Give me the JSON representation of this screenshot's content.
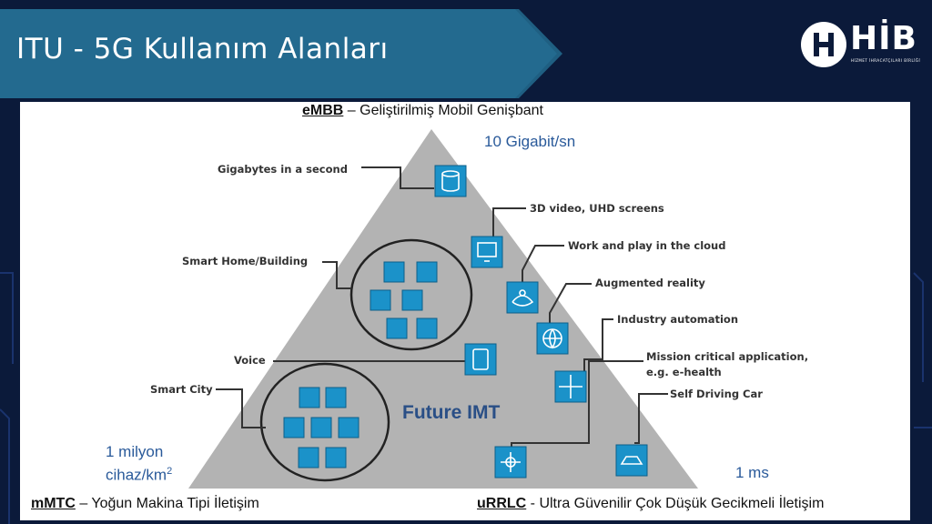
{
  "header": {
    "title": "ITU - 5G Kullanım Alanları",
    "logo_text": "HİB",
    "logo_subtext": "HİZMET İHRACATÇILARI BİRLİĞİ"
  },
  "diagram": {
    "embb": {
      "abbr": "eMBB",
      "desc": " – Geliştirilmiş Mobil Genişbant"
    },
    "mmtc": {
      "abbr": "mMTC",
      "desc": " – Yoğun Makina Tipi İletişim"
    },
    "urllc": {
      "abbr": "uRRLC",
      "desc": " - Ultra Güvenilir Çok Düşük Gecikmeli İletişim"
    },
    "speed": "10 Gigabit/sn",
    "density_line1": "1 milyon",
    "density_line2": "cihaz/km",
    "density_sup": "2",
    "latency": "1 ms",
    "center": "Future IMT",
    "callouts": {
      "gigabytes": "Gigabytes in a second",
      "video": "3D video, UHD screens",
      "cloud": "Work and play in the cloud",
      "ar": "Augmented reality",
      "home": "Smart Home/Building",
      "industry": "Industry automation",
      "voice": "Voice",
      "mission1": "Mission critical application,",
      "mission2": "e.g. e-health",
      "city": "Smart City",
      "car": "Self Driving Car"
    }
  },
  "colors": {
    "background": "#0b1a3a",
    "banner": "#1f5f82",
    "triangle": "#b3b3b3",
    "icon_fill": "#1b92c9",
    "label_blue": "#2a5a9a"
  }
}
